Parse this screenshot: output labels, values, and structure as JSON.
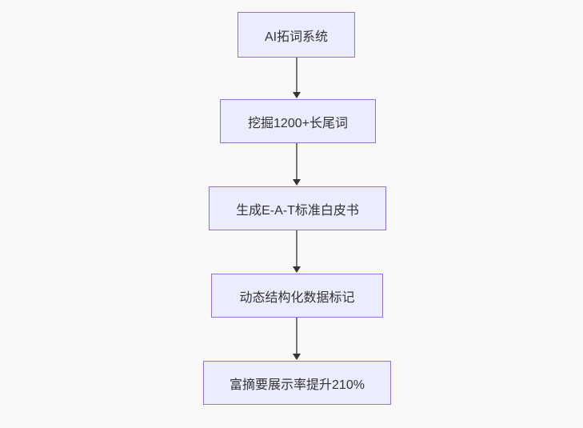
{
  "page": {
    "background_color": "#f9f9f9"
  },
  "flowchart": {
    "type": "flowchart",
    "direction": "top-down",
    "colors": {
      "node_fill": "#ECECFF",
      "node_border": "#9370DB",
      "text": "#333333",
      "arrow_line": "#777777",
      "arrow_head": "#333333"
    },
    "nodes": [
      {
        "label": "AI拓词系统"
      },
      {
        "label": "挖掘1200+长尾词"
      },
      {
        "label": "生成E-A-T标准白皮书"
      },
      {
        "label": "动态结构化数据标记"
      },
      {
        "label": "富摘要展示率提升210%"
      }
    ],
    "edges": [
      {
        "from": 0,
        "to": 1
      },
      {
        "from": 1,
        "to": 2
      },
      {
        "from": 2,
        "to": 3
      },
      {
        "from": 3,
        "to": 4
      }
    ]
  }
}
